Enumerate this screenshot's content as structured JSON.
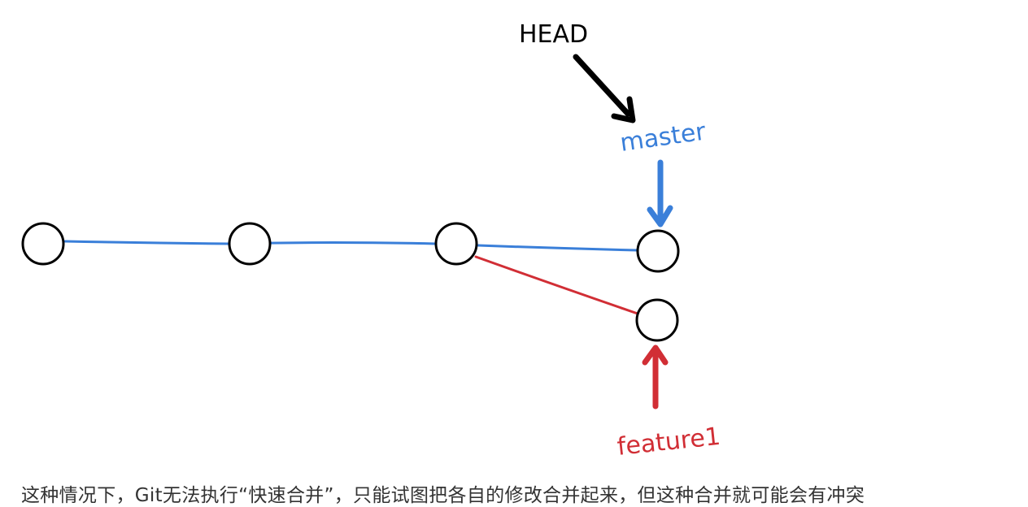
{
  "labels": {
    "head": "HEAD",
    "master": "master",
    "feature1": "feature1"
  },
  "caption": "这种情况下，Git无法执行“快速合并”，只能试图把各自的修改合并起来，但这种合并就可能会有冲突",
  "colors": {
    "head": "#000000",
    "master": "#3a7fd9",
    "feature1": "#d12e35",
    "commit_stroke": "#000000",
    "caption_text": "#333333"
  }
}
